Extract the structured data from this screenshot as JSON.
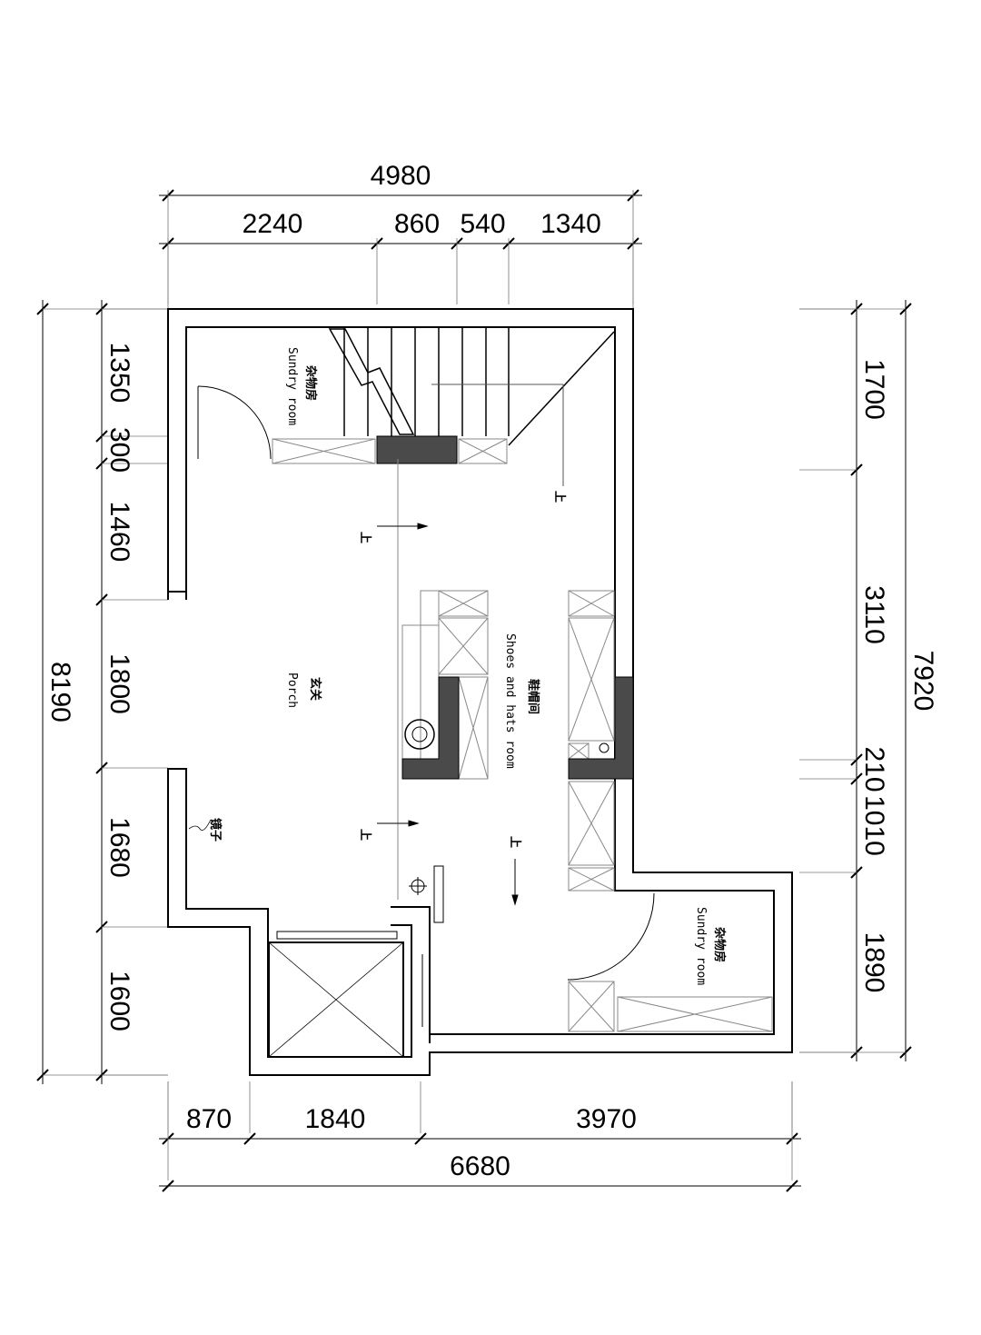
{
  "rooms": {
    "sundry_top": {
      "cn": "杂物房",
      "en": "Sundry room"
    },
    "porch": {
      "cn": "玄关",
      "en": "Porch"
    },
    "shoes": {
      "cn": "鞋帽间",
      "en": "Shoes and hats room"
    },
    "sundry_bottom": {
      "cn": "杂物房",
      "en": "Sundry room"
    },
    "mirror": "镜子",
    "up_marker": "上"
  },
  "dimensions": {
    "top_total": [
      "4980"
    ],
    "top_chain": [
      "2240",
      "860",
      "540",
      "1340"
    ],
    "left_total": [
      "8190"
    ],
    "left_chain": [
      "1350",
      "300",
      "1460",
      "1800",
      "1680",
      "1600"
    ],
    "right_chain": [
      "1700",
      "3110",
      "210",
      "1010",
      "1890"
    ],
    "right_total": [
      "7920"
    ],
    "bottom_chain": [
      "870",
      "1840",
      "3970"
    ],
    "bottom_total": [
      "6680"
    ]
  },
  "colors": {
    "wall": "#000000",
    "fill_dark": "#4a4a4a",
    "furniture": "#888888"
  }
}
